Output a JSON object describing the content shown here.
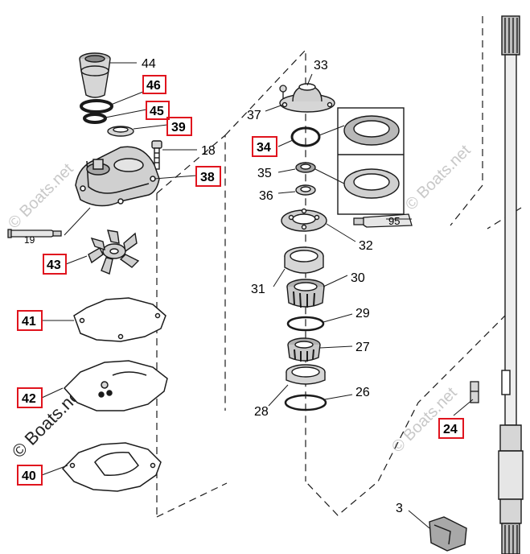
{
  "watermark": {
    "text": "© Boats.net"
  },
  "colors": {
    "line": "#1a1a1a",
    "part_fill": "#d6d6d6",
    "part_shade": "#a8a8a8",
    "highlight_box": "#e0141e",
    "watermark": "#c8c8c8"
  },
  "callouts": [
    {
      "id": "44",
      "label": "44",
      "highlighted": false
    },
    {
      "id": "46",
      "label": "46",
      "highlighted": true
    },
    {
      "id": "45",
      "label": "45",
      "highlighted": true
    },
    {
      "id": "39",
      "label": "39",
      "highlighted": true
    },
    {
      "id": "18",
      "label": "18",
      "highlighted": false
    },
    {
      "id": "38",
      "label": "38",
      "highlighted": true
    },
    {
      "id": "19",
      "label": "19",
      "highlighted": false
    },
    {
      "id": "43",
      "label": "43",
      "highlighted": true
    },
    {
      "id": "41",
      "label": "41",
      "highlighted": true
    },
    {
      "id": "42",
      "label": "42",
      "highlighted": true
    },
    {
      "id": "40",
      "label": "40",
      "highlighted": true
    },
    {
      "id": "33",
      "label": "33",
      "highlighted": false
    },
    {
      "id": "37",
      "label": "37",
      "highlighted": false
    },
    {
      "id": "34",
      "label": "34",
      "highlighted": true
    },
    {
      "id": "35",
      "label": "35",
      "highlighted": false
    },
    {
      "id": "36",
      "label": "36",
      "highlighted": false
    },
    {
      "id": "95",
      "label": "95",
      "highlighted": false
    },
    {
      "id": "32",
      "label": "32",
      "highlighted": false
    },
    {
      "id": "31",
      "label": "31",
      "highlighted": false
    },
    {
      "id": "30",
      "label": "30",
      "highlighted": false
    },
    {
      "id": "29",
      "label": "29",
      "highlighted": false
    },
    {
      "id": "27",
      "label": "27",
      "highlighted": false
    },
    {
      "id": "26",
      "label": "26",
      "highlighted": false
    },
    {
      "id": "28",
      "label": "28",
      "highlighted": false
    },
    {
      "id": "24",
      "label": "24",
      "highlighted": true
    },
    {
      "id": "3",
      "label": "3",
      "highlighted": false
    }
  ]
}
